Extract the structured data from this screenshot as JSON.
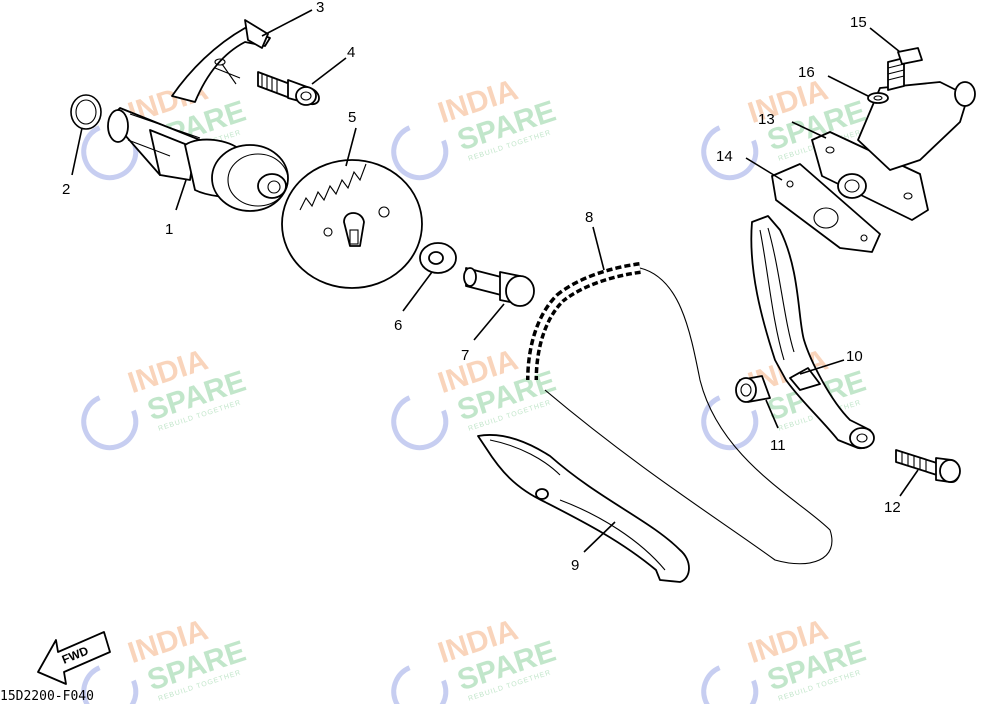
{
  "diagram": {
    "code": "15D2200-F040",
    "fwd_label": "FWD",
    "callouts": [
      {
        "id": "1",
        "text": "1"
      },
      {
        "id": "2",
        "text": "2"
      },
      {
        "id": "3",
        "text": "3"
      },
      {
        "id": "4",
        "text": "4"
      },
      {
        "id": "5",
        "text": "5"
      },
      {
        "id": "6",
        "text": "6"
      },
      {
        "id": "7",
        "text": "7"
      },
      {
        "id": "8",
        "text": "8"
      },
      {
        "id": "9",
        "text": "9"
      },
      {
        "id": "10",
        "text": "10"
      },
      {
        "id": "11",
        "text": "11"
      },
      {
        "id": "12",
        "text": "12"
      },
      {
        "id": "13",
        "text": "13"
      },
      {
        "id": "14",
        "text": "14"
      },
      {
        "id": "15",
        "text": "15"
      },
      {
        "id": "16",
        "text": "16"
      }
    ]
  },
  "watermark": {
    "line1": "INDIA",
    "line2": "SPARE",
    "tagline": "REBUILD TOGETHER",
    "colors": {
      "orange": "#f4b183",
      "green": "#8fd19e",
      "blue": "#9aa6e6"
    }
  }
}
